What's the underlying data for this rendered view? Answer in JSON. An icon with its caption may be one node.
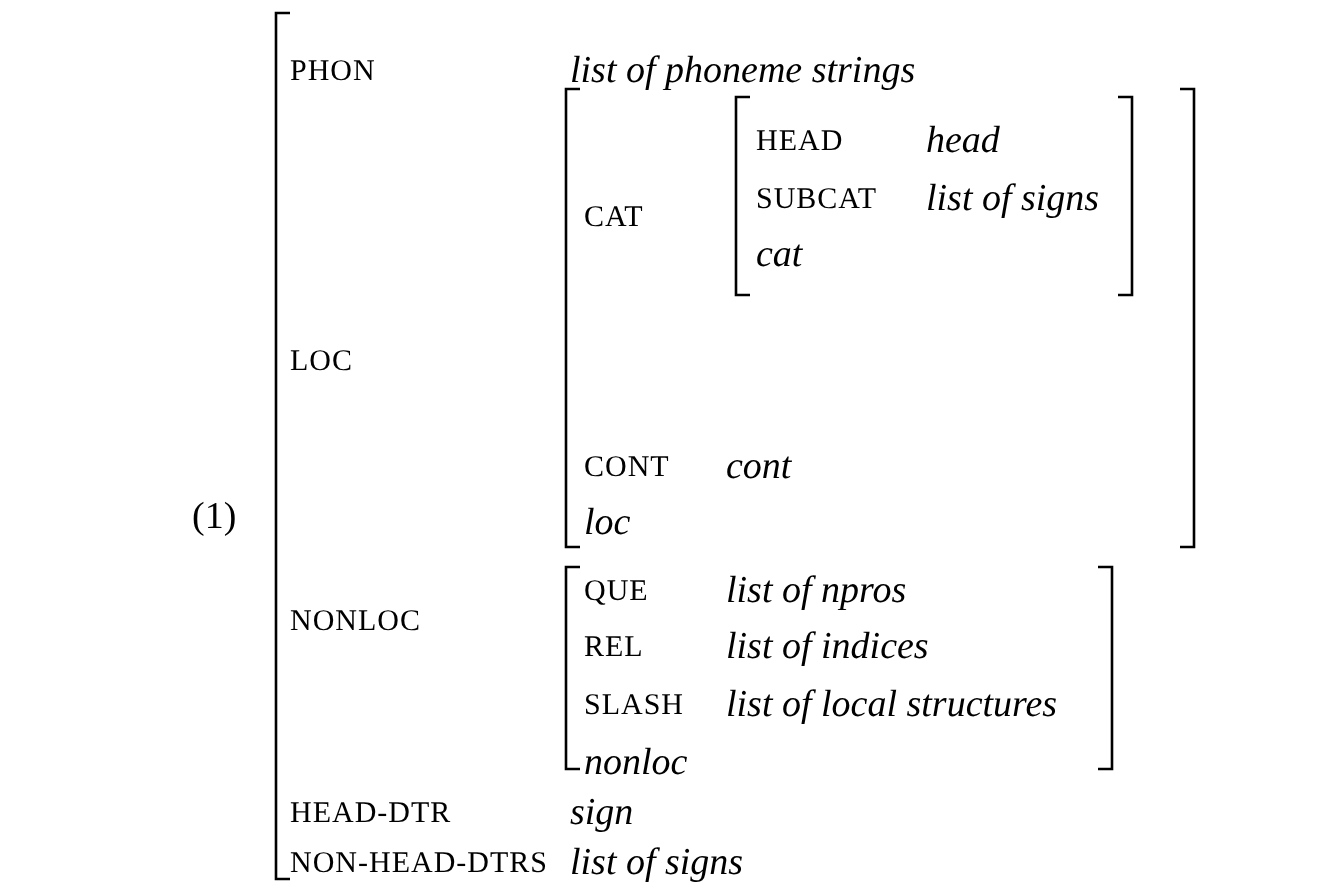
{
  "diagram": {
    "nodes": [
      {
        "text": [
          "PHON",
          "list of phoneme strings",
          "LOC",
          "NONLOC",
          "HEAD-DTR",
          "sign",
          "NON-HEAD-DTRS",
          "list of signs"
        ]
      },
      {
        "text": [
          "CAT",
          "CONT",
          "cont",
          "loc"
        ],
        "in": 0
      },
      {
        "text": [
          "HEAD",
          "head",
          "SUBCAT",
          "list of signs",
          "cat"
        ],
        "in": 1
      },
      {
        "text": [
          "QUE",
          "list of npros",
          "REL",
          "list of indices",
          "SLASH",
          "list of local structures",
          "nonloc"
        ],
        "in": 0
      }
    ],
    "labels": [
      "(1)"
    ]
  }
}
